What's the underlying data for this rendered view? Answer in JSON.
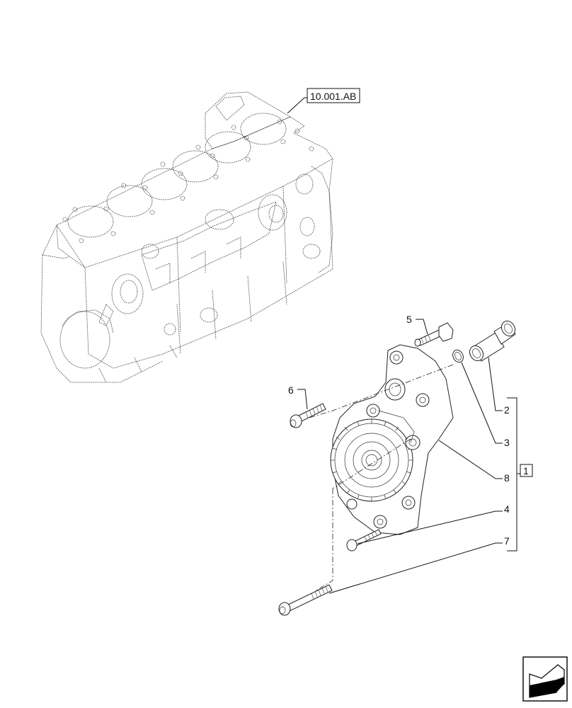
{
  "diagram": {
    "reference_label": "10.001.AB",
    "assembly_callout": "1",
    "callouts": [
      {
        "id": "2",
        "label": "2"
      },
      {
        "id": "3",
        "label": "3"
      },
      {
        "id": "4",
        "label": "4"
      },
      {
        "id": "5",
        "label": "5"
      },
      {
        "id": "6",
        "label": "6"
      },
      {
        "id": "7",
        "label": "7"
      },
      {
        "id": "8",
        "label": "8"
      }
    ],
    "components": {
      "engine_block": "engine-block",
      "oil_pump": "oil-pump-with-gear",
      "bolt_5": "flange-bolt",
      "bolt_6": "flange-bolt",
      "bolt_4": "flange-bolt",
      "bolt_7": "long-flange-bolt",
      "seal_ring_3": "o-ring",
      "valve_2": "pressure-relief-valve"
    },
    "nav_icon": "previous-page-arrow-icon"
  }
}
